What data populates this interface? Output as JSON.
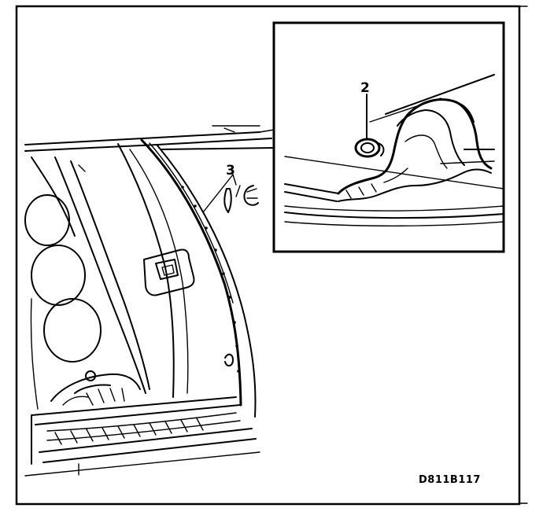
{
  "diagram": {
    "callouts": {
      "grommet_label": "2",
      "clip_label": "3"
    },
    "figure_code": "D811B117"
  },
  "colors": {
    "ink": "#000000",
    "paper": "#ffffff"
  }
}
